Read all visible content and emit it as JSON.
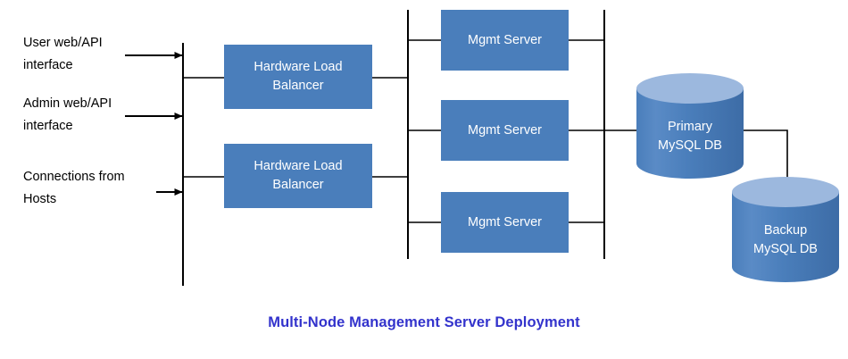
{
  "diagram": {
    "title": "Multi-Node Management Server Deployment",
    "title_color": "#3333cc",
    "background_color": "#ffffff",
    "node_fill_color": "#4a7ebb",
    "cylinder_top_color": "#9cb8de",
    "line_color": "#000000",
    "inputs": [
      {
        "id": "user-web-api",
        "label": "User web/API\ninterface"
      },
      {
        "id": "admin-web-api",
        "label": "Admin web/API\ninterface"
      },
      {
        "id": "connections-from-hosts",
        "label": "Connections from\nHosts"
      }
    ],
    "load_balancers": [
      {
        "id": "hardware-load-balancer-1",
        "label": "Hardware Load\nBalancer"
      },
      {
        "id": "hardware-load-balancer-2",
        "label": "Hardware Load\nBalancer"
      }
    ],
    "mgmt_servers": [
      {
        "id": "mgmt-server-1",
        "label": "Mgmt Server"
      },
      {
        "id": "mgmt-server-2",
        "label": "Mgmt Server"
      },
      {
        "id": "mgmt-server-3",
        "label": "Mgmt Server"
      }
    ],
    "databases": [
      {
        "id": "primary-mysql-db",
        "label": "Primary\nMySQL DB"
      },
      {
        "id": "backup-mysql-db",
        "label": "Backup\nMySQL DB"
      }
    ]
  }
}
